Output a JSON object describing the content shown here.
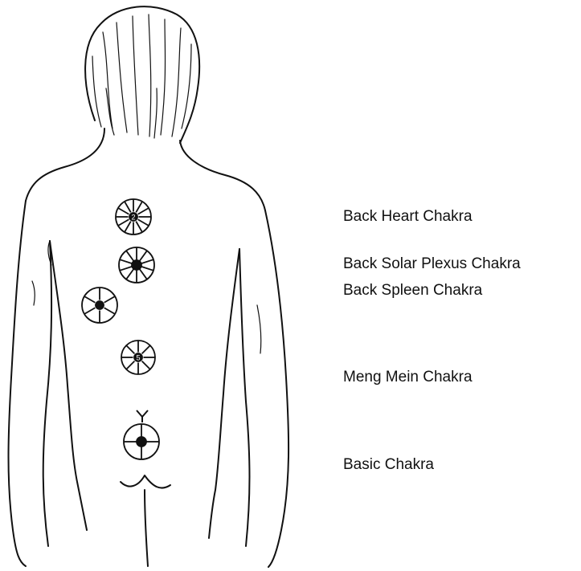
{
  "colors": {
    "ink": "#111111",
    "background": "#ffffff"
  },
  "chakras": [
    {
      "label": "Back Heart Chakra",
      "petals": 12,
      "center_mark": "2"
    },
    {
      "label": "Back Solar Plexus Chakra",
      "petals": 10,
      "center_mark": ""
    },
    {
      "label": "Back Spleen Chakra",
      "petals": 6,
      "center_mark": ""
    },
    {
      "label": "Meng Mein Chakra",
      "petals": 8,
      "center_mark": "5"
    },
    {
      "label": "Basic Chakra",
      "petals": 4,
      "center_mark": ""
    }
  ]
}
